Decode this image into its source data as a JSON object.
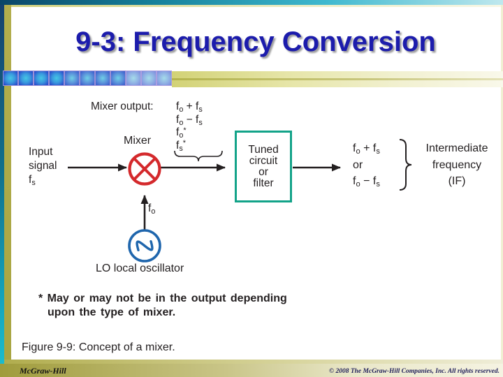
{
  "slide": {
    "title": "9-3: Frequency Conversion",
    "figure_caption": "Figure 9-9: Concept of a mixer.",
    "footnote": {
      "line1": "* May or may not be in the output depending",
      "line2": "upon the type of mixer."
    },
    "footer": {
      "brand": "McGraw-Hill",
      "copyright": "© 2008 The McGraw-Hill Companies, Inc. All rights reserved."
    },
    "colors": {
      "title_blue": "#1c1cac",
      "mixer_red": "#d4292c",
      "oscillator_blue": "#1f66ad",
      "filter_box_teal": "#13a389",
      "diagram_ink": "#231f20",
      "olive_accent": "#b1ad4e",
      "top_bar_teal": "#15809a"
    }
  },
  "diagram": {
    "mixer_output_label": "Mixer output:",
    "mixer_output_lines": [
      "f_{o} + f_{s}",
      "f_{o} − f_{s}",
      "f_{o}^{*}",
      "f_{s}^{*}"
    ],
    "input_lines": [
      "Input",
      "signal",
      "f_{s}"
    ],
    "mixer_label": "Mixer",
    "filter_box_lines": [
      "Tuned",
      "circuit",
      "or",
      "filter"
    ],
    "output_lines": [
      "f_{o} + f_{s}",
      "or",
      "f_{o} − f_{s}"
    ],
    "if_lines": [
      "Intermediate",
      "frequency",
      "(IF)"
    ],
    "lo_frequency_label": "f_{o}",
    "lo_label": "LO local oscillator"
  }
}
